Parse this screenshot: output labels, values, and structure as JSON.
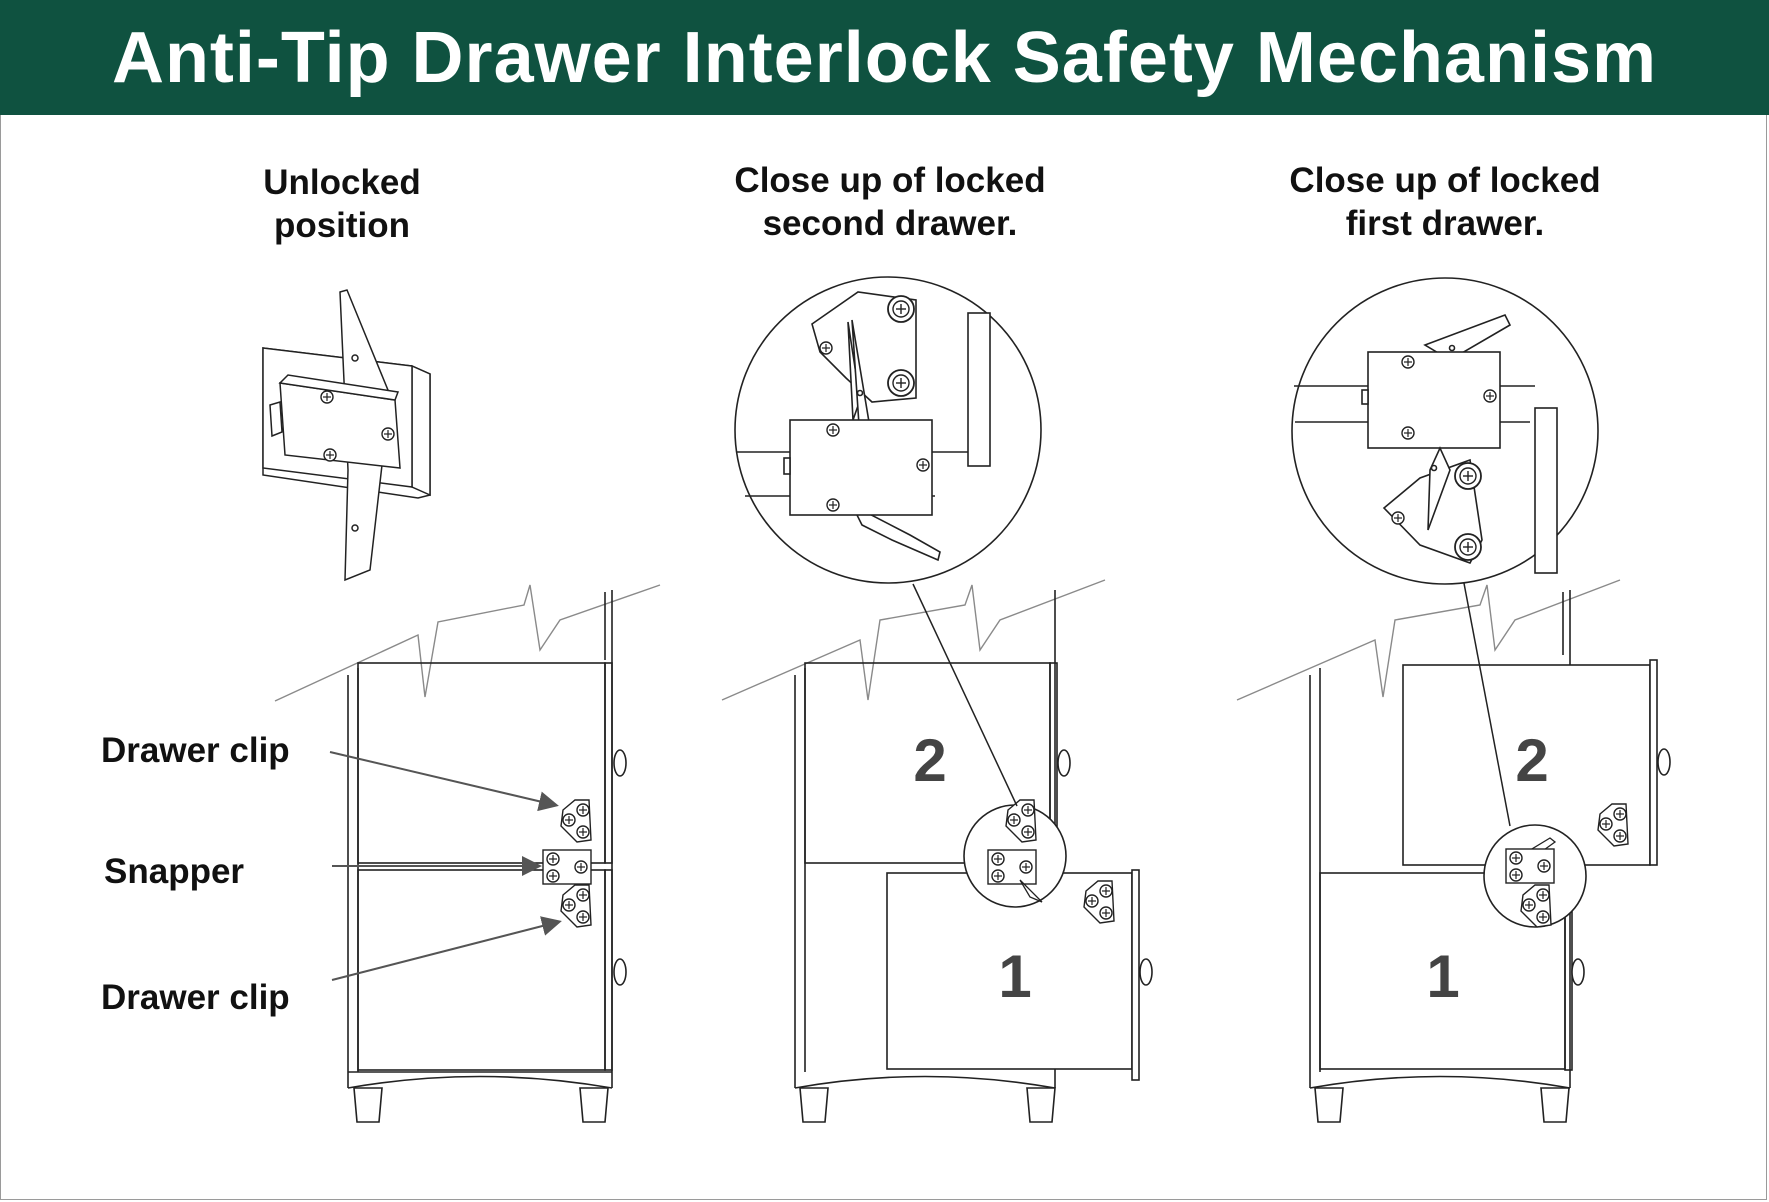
{
  "title": "Anti-Tip Drawer Interlock Safety Mechanism",
  "colors": {
    "banner": "#0f5240",
    "banner_text": "#ffffff",
    "line": "#222222",
    "arrow": "#555555"
  },
  "panels": [
    {
      "caption_line1": "Unlocked",
      "caption_line2": "position"
    },
    {
      "caption_line1": "Close up of locked",
      "caption_line2": "second drawer."
    },
    {
      "caption_line1": "Close up of locked",
      "caption_line2": "first drawer."
    }
  ],
  "labels": {
    "drawer_clip_top": "Drawer clip",
    "snapper": "Snapper",
    "drawer_clip_bottom": "Drawer clip"
  },
  "drawer_numbers": {
    "second": "2",
    "first": "1"
  }
}
